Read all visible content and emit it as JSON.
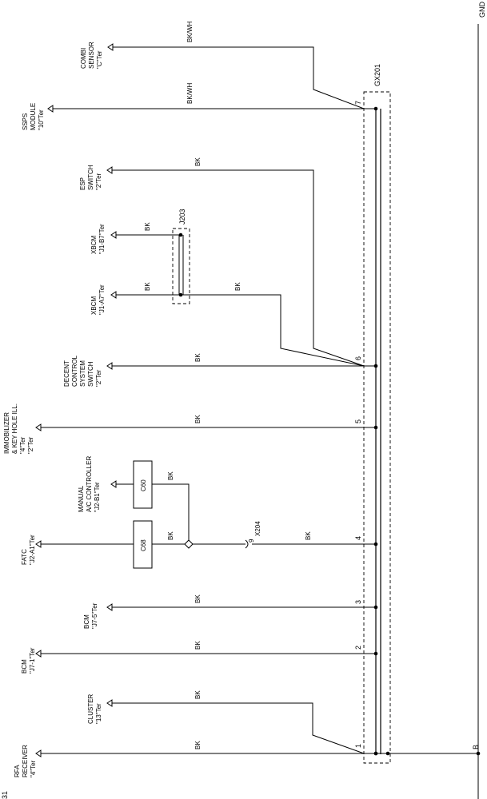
{
  "diagram": {
    "ground_label": "GND",
    "splice_label": "GX201",
    "joint_label": "J203",
    "connector_label": "X204",
    "connector_pin": "9",
    "ground_point": "B",
    "page_number": "31",
    "components": [
      {
        "id": "rfa",
        "lines": [
          "RFA",
          "RECEIVER",
          "\"4\"Ter"
        ],
        "wire": "BK",
        "pin": "1"
      },
      {
        "id": "cluster",
        "lines": [
          "CLUSTER",
          "\"13\"Ter"
        ],
        "wire": "BK",
        "pin": ""
      },
      {
        "id": "bcm-j71",
        "lines": [
          "BCM",
          "\"J7-1\"Ter"
        ],
        "wire": "BK",
        "pin": "2"
      },
      {
        "id": "bcm-j75",
        "lines": [
          "BCM",
          "\"J7-5\"Ter"
        ],
        "wire": "BK",
        "pin": "3"
      },
      {
        "id": "fatc",
        "lines": [
          "FATC",
          "\"J2-A1\"Ter"
        ],
        "wire": "BK",
        "pin": "4",
        "box": "C68",
        "wire2": "BK"
      },
      {
        "id": "manual-ac",
        "lines": [
          "MANUAL",
          "A/C CONTROLLER",
          "\"J2-B1\"Ter"
        ],
        "box": "C60",
        "wire": "BK"
      },
      {
        "id": "immobilizer",
        "lines": [
          "IMMOBILIZER",
          "& KEY HOLE ILL.",
          "\"4\"Ter",
          "\"2\"Ter"
        ],
        "wire": "BK",
        "pin": "5"
      },
      {
        "id": "decent",
        "lines": [
          "DECENT",
          "CONTROL",
          "SYSTEM",
          "SWITCH",
          "\"2\"Ter"
        ],
        "wire": "BK",
        "pin": "6"
      },
      {
        "id": "xbcm-a7",
        "lines": [
          "XBCM",
          "\"J1-A7\"Ter"
        ],
        "wire": "BK",
        "wire2": "BK"
      },
      {
        "id": "xbcm-b7",
        "lines": [
          "XBCM",
          "\"J1-B7\"Ter"
        ],
        "wire": "BK"
      },
      {
        "id": "esp",
        "lines": [
          "ESP",
          "SWITCH",
          "\"2\"Ter"
        ],
        "wire": "BK"
      },
      {
        "id": "ssps",
        "lines": [
          "SSPS",
          "MODULE",
          "\"10\"Ter"
        ],
        "wire": "BK/WH",
        "pin": "7"
      },
      {
        "id": "combi",
        "lines": [
          "COMBI",
          "SENSOR",
          "\"C\"Ter"
        ],
        "wire": "BK/WH"
      }
    ]
  }
}
